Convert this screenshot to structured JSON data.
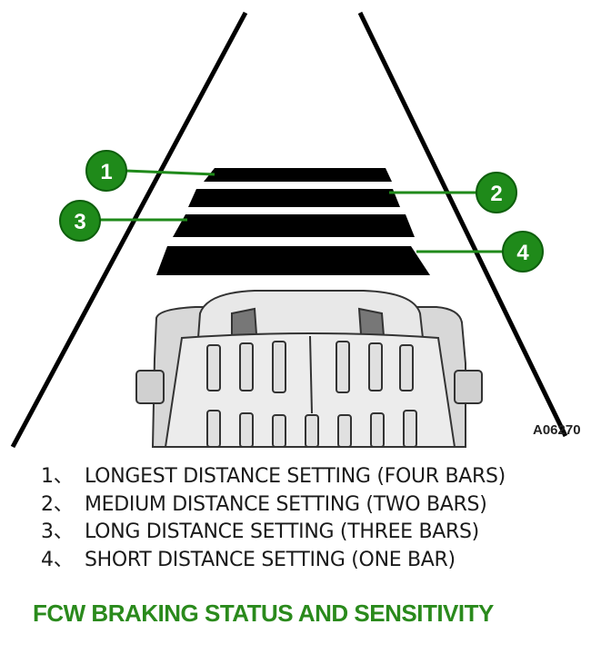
{
  "diagram": {
    "callouts": [
      "1",
      "2",
      "3",
      "4"
    ],
    "figure_id": "A06270",
    "accent_color": "#2a8a1c"
  },
  "legend": [
    {
      "num": "1、",
      "text": "LONGEST DISTANCE SETTING (FOUR BARS)"
    },
    {
      "num": "2、",
      "text": "MEDIUM DISTANCE SETTING (TWO BARS)"
    },
    {
      "num": "3、",
      "text": "LONG DISTANCE SETTING (THREE BARS)"
    },
    {
      "num": "4、",
      "text": "SHORT DISTANCE SETTING (ONE BAR)"
    }
  ],
  "heading": "FCW BRAKING STATUS AND SENSITIVITY"
}
